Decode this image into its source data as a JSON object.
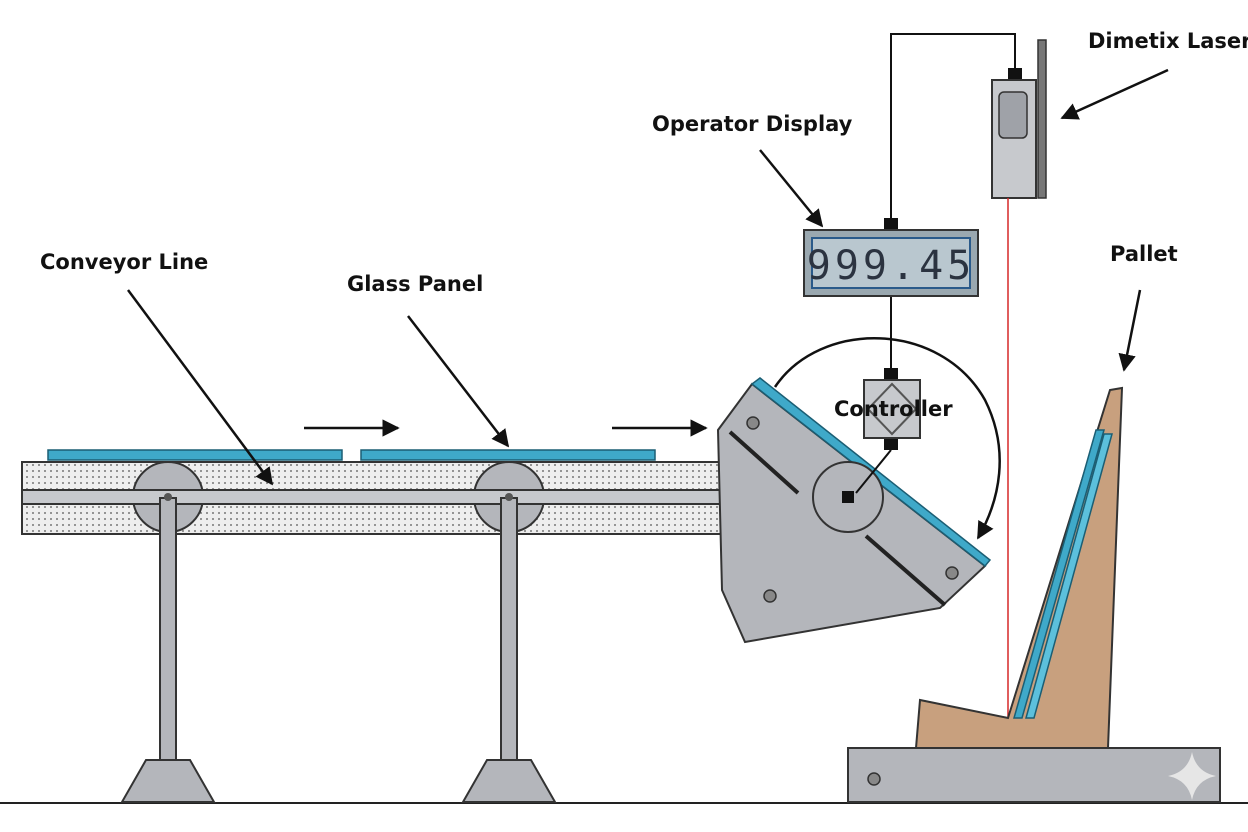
{
  "labels": {
    "dimetix_laser": "Dimetix Laser",
    "operator_display": "Operator Display",
    "conveyor_line": "Conveyor Line",
    "glass_panel": "Glass Panel",
    "pallet": "Pallet",
    "controller": "Controller"
  },
  "display": {
    "reading": "999.45"
  },
  "colors": {
    "glass": "#3fa9c9",
    "metal": "#b4b6bb",
    "wood": "#c8a07e",
    "laser_beam": "#d62828",
    "display_bg": "#b9c7cf"
  }
}
